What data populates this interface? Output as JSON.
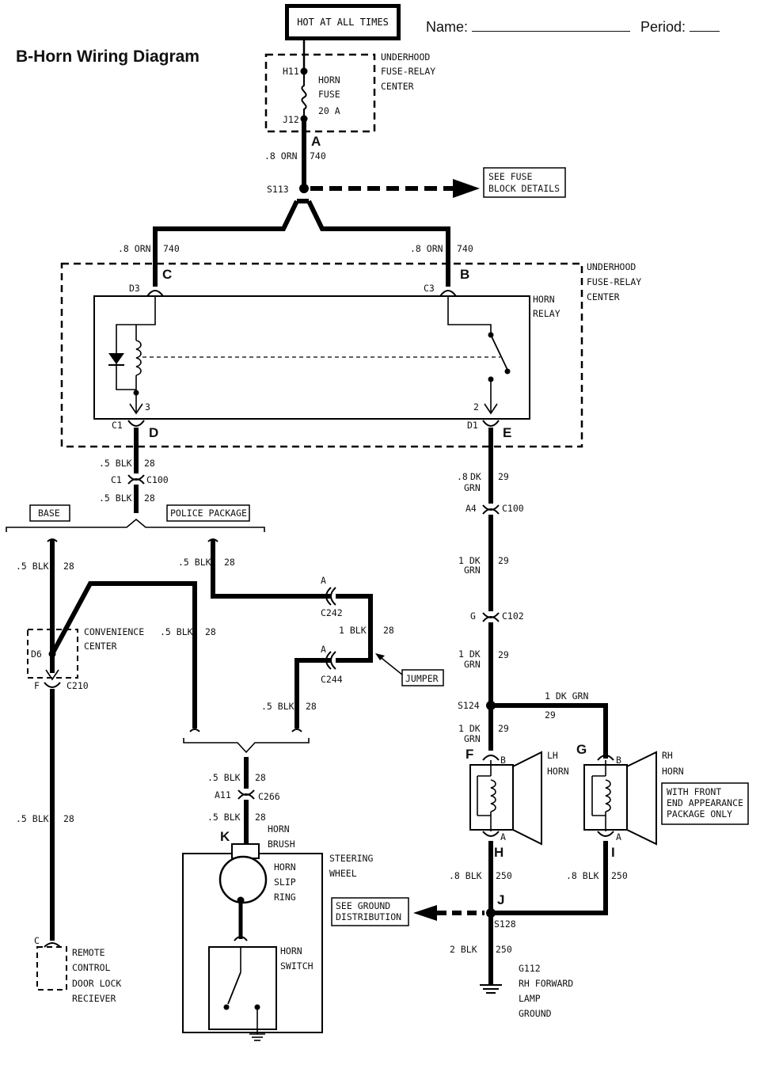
{
  "header": {
    "title": "B-Horn Wiring Diagram",
    "name_label": "Name:",
    "period_label": "Period:",
    "hot_label": "HOT AT ALL TIMES"
  },
  "fuse": {
    "center_l1": "UNDERHOOD",
    "center_l2": "FUSE-RELAY",
    "center_l3": "CENTER",
    "top_pin": "H11",
    "bottom_pin": "J12",
    "name_l1": "HORN",
    "name_l2": "FUSE",
    "rating": "20 A"
  },
  "wires": {
    "w740_size": ".8 ORN",
    "w740_num": "740",
    "splice_s113": "S113",
    "fuse_note_l1": "SEE FUSE",
    "fuse_note_l2": "BLOCK DETAILS",
    "blk5": ".5 BLK",
    "num28": "28",
    "dkgrn_size": ".8",
    "dk": "DK",
    "grn": "GRN",
    "num29": "29",
    "one_dk": "1 DK",
    "one_dk_grn": "1 DK GRN",
    "one_blk": "1 BLK",
    "blk8": ".8 BLK",
    "num250": "250",
    "blk2": "2 BLK"
  },
  "relay": {
    "center_l1": "UNDERHOOD",
    "center_l2": "FUSE-RELAY",
    "center_l3": "CENTER",
    "name_l1": "HORN",
    "name_l2": "RELAY",
    "pin_d3": "D3",
    "pin_c3": "C3",
    "pin_c1": "C1",
    "pin_d1": "D1",
    "term3": "3",
    "term2": "2"
  },
  "connectors": {
    "c100": "C100",
    "c1": "C1",
    "a4": "A4",
    "g": "G",
    "c102": "C102",
    "a": "A",
    "c242": "C242",
    "c244": "C244",
    "d6": "D6",
    "f": "F",
    "c210": "C210",
    "a11": "A11",
    "c266": "C266",
    "b": "B",
    "c": "C"
  },
  "options": {
    "base": "BASE",
    "police": "POLICE PACKAGE",
    "jumper": "JUMPER"
  },
  "components": {
    "conv_l1": "CONVENIENCE",
    "conv_l2": "CENTER",
    "remote_l1": "REMOTE",
    "remote_l2": "CONTROL",
    "remote_l3": "DOOR LOCK",
    "remote_l4": "RECIEVER",
    "brush_l1": "HORN",
    "brush_l2": "BRUSH",
    "steering_l1": "STEERING",
    "steering_l2": "WHEEL",
    "slip_l1": "HORN",
    "slip_l2": "SLIP",
    "slip_l3": "RING",
    "switch_l1": "HORN",
    "switch_l2": "SWITCH",
    "s124": "S124",
    "lh_l1": "LH",
    "lh_l2": "HORN",
    "rh_l1": "RH",
    "rh_l2": "HORN",
    "rh_note_l1": "WITH FRONT",
    "rh_note_l2": "END APPEARANCE",
    "rh_note_l3": "PACKAGE ONLY",
    "gnd_note_l1": "SEE GROUND",
    "gnd_note_l2": "DISTRIBUTION",
    "s128": "S128",
    "g112_l1": "G112",
    "g112_l2": "RH FORWARD",
    "g112_l3": "LAMP",
    "g112_l4": "GROUND"
  },
  "callouts": {
    "a": "A",
    "b": "B",
    "c": "C",
    "d": "D",
    "e": "E",
    "f": "F",
    "g": "G",
    "h": "H",
    "i": "I",
    "j": "J",
    "k": "K"
  }
}
